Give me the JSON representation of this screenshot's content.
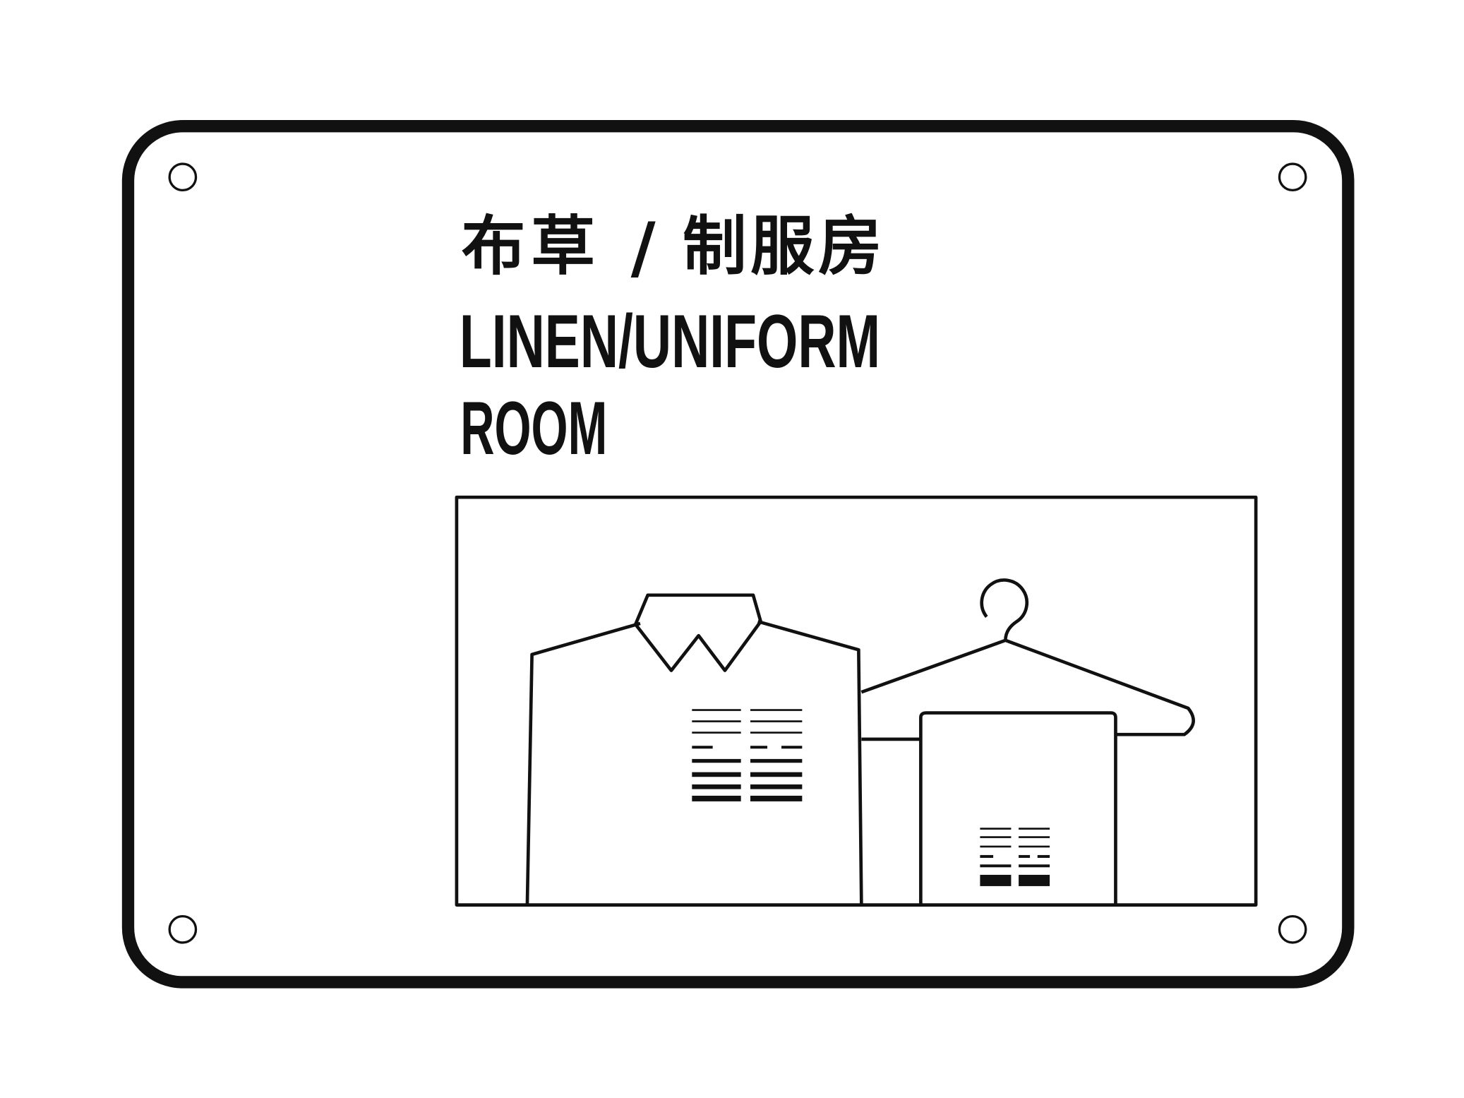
{
  "sign": {
    "title_zh_left": "布草",
    "title_zh_slash": "/",
    "title_zh_right": "制服房",
    "title_en_line1": "LINEN/UNIFORM",
    "title_en_line2": "ROOM",
    "pictogram": "shirt-and-towel-on-hanger-icon",
    "colors": {
      "ink": "#111111",
      "background": "#ffffff"
    }
  }
}
